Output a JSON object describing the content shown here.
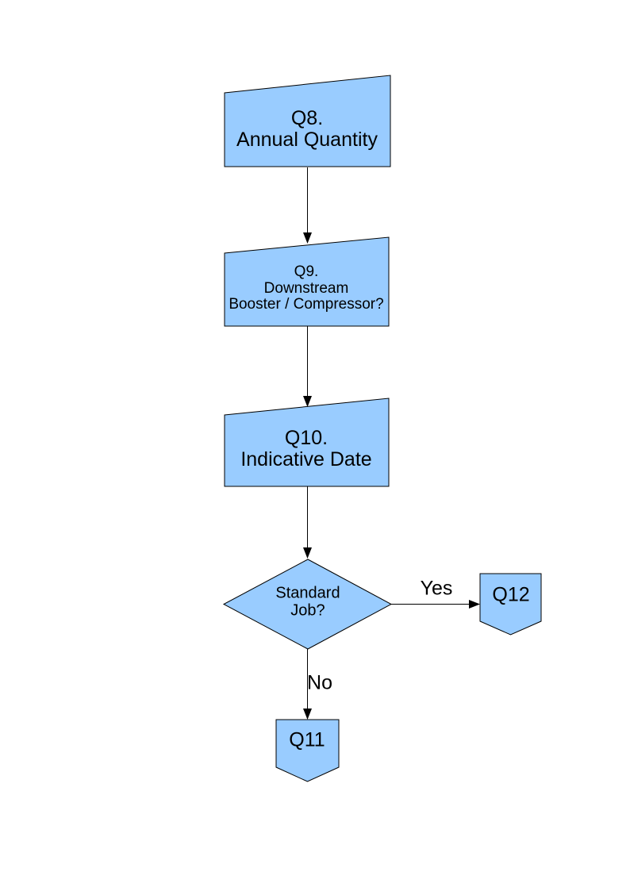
{
  "style": {
    "node_fill": "#99CCFF",
    "node_border": "#000000",
    "text_color": "#000000",
    "background": "#FFFFFF"
  },
  "nodes": {
    "q8": {
      "type": "manual-input",
      "line1": "Q8.",
      "line2": "Annual Quantity"
    },
    "q9": {
      "type": "manual-input",
      "line1": "Q9.",
      "line2": "Downstream",
      "line3": "Booster / Compressor?"
    },
    "q10": {
      "type": "manual-input",
      "line1": "Q10.",
      "line2": "Indicative Date"
    },
    "decision": {
      "type": "decision",
      "line1": "Standard",
      "line2": "Job?"
    },
    "q12": {
      "type": "off-page-connector",
      "label": "Q12"
    },
    "q11": {
      "type": "off-page-connector",
      "label": "Q11"
    }
  },
  "edges": {
    "q8_to_q9": {
      "label": ""
    },
    "q9_to_q10": {
      "label": ""
    },
    "q10_to_decision": {
      "label": ""
    },
    "decision_to_q12": {
      "label": "Yes"
    },
    "decision_to_q11": {
      "label": "No"
    }
  }
}
